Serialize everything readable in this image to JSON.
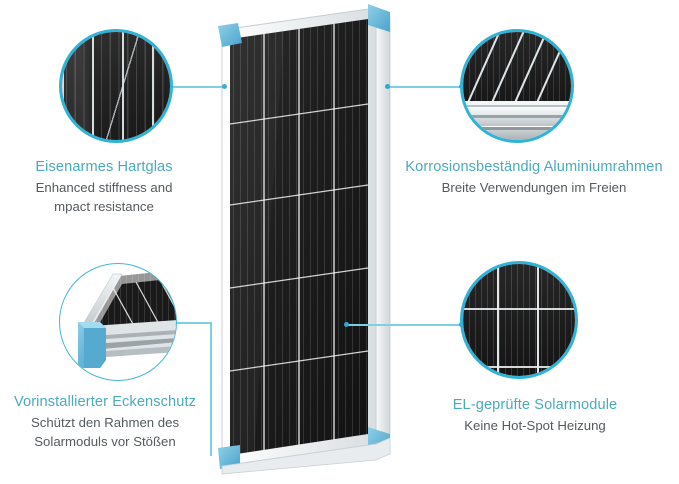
{
  "page": {
    "background": "#ffffff",
    "accent_color": "#4aabbd",
    "ring_color": "#2fb3d6",
    "connector_color": "#7fcfe2",
    "subtitle_color": "#555b5e"
  },
  "product": {
    "name": "solar-panel",
    "frame_color": "#e9edee",
    "cell_color": "#1b1b1b",
    "corner_protector_color": "#5bb4d8"
  },
  "features": [
    {
      "id": "glass",
      "title": "Eisenarmes Hartglas",
      "subtitle_lines": [
        "Enhanced stiffness and",
        "mpact resistance"
      ],
      "detail_icon": "low-iron-tempered-glass-closeup"
    },
    {
      "id": "frame",
      "title": "Korrosionsbeständig Aluminiumrahmen",
      "subtitle_lines": [
        "Breite Verwendungen im Freien"
      ],
      "detail_icon": "aluminium-frame-edge-closeup"
    },
    {
      "id": "corner",
      "title": "Vorinstallierter Eckenschutz",
      "subtitle_lines": [
        "Schützt den Rahmen des",
        "Solarmoduls vor Stößen"
      ],
      "detail_icon": "corner-protector-closeup"
    },
    {
      "id": "el-test",
      "title": "EL-geprüfte Solarmodule",
      "subtitle_lines": [
        "Keine Hot-Spot Heizung"
      ],
      "detail_icon": "el-test-cell-grid-closeup"
    }
  ]
}
